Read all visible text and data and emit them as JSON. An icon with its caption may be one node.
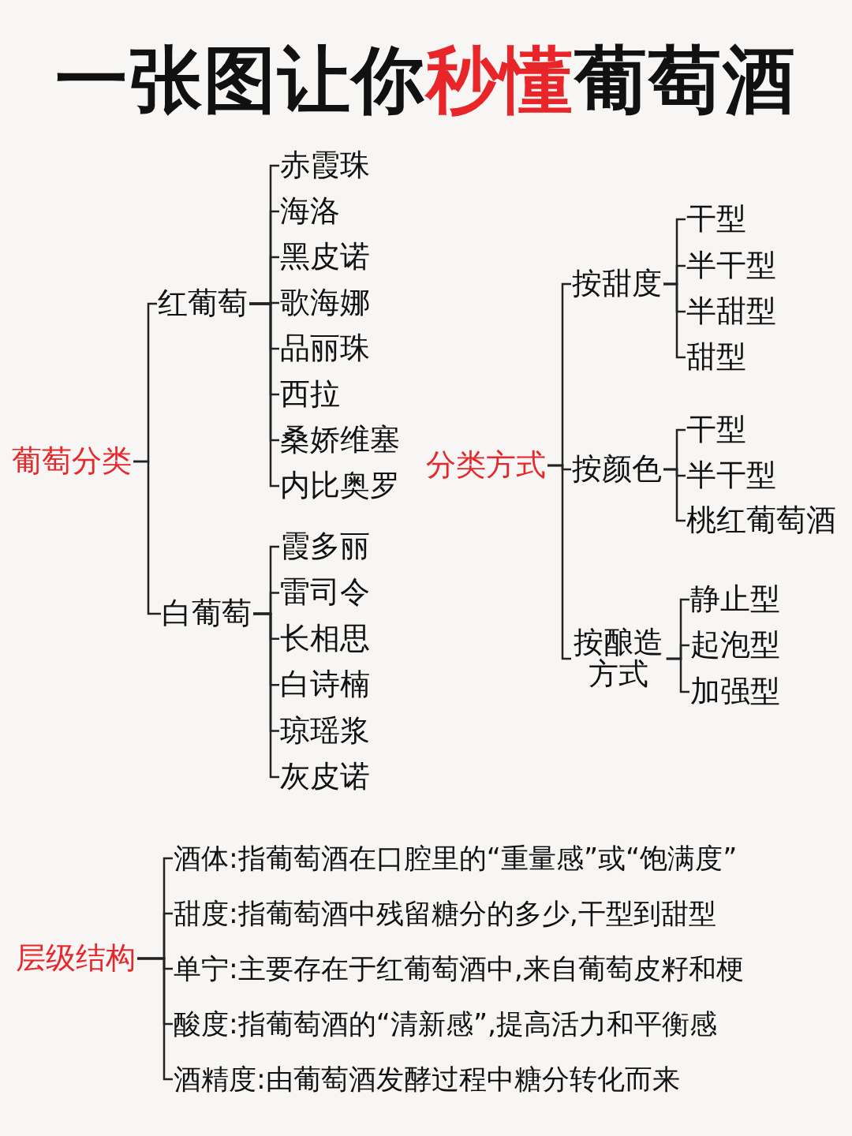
{
  "diagram": {
    "title": "一张图让你**秒懂**葡萄酒",
    "nodes": [
      {
        "text": [
          "葡萄分类"
        ]
      },
      {
        "text": [
          "红葡萄"
        ]
      },
      {
        "text": [
          "赤霞珠"
        ]
      },
      {
        "text": [
          "海洛"
        ]
      },
      {
        "text": [
          "黑皮诺"
        ]
      },
      {
        "text": [
          "歌海娜"
        ]
      },
      {
        "text": [
          "品丽珠"
        ]
      },
      {
        "text": [
          "西拉"
        ]
      },
      {
        "text": [
          "桑娇维塞"
        ]
      },
      {
        "text": [
          "内比奥罗"
        ]
      },
      {
        "text": [
          "白葡萄"
        ]
      },
      {
        "text": [
          "霞多丽"
        ]
      },
      {
        "text": [
          "雷司令"
        ]
      },
      {
        "text": [
          "长相思"
        ]
      },
      {
        "text": [
          "白诗楠"
        ]
      },
      {
        "text": [
          "琼瑶浆"
        ]
      },
      {
        "text": [
          "灰皮诺"
        ]
      },
      {
        "text": [
          "分类方式"
        ]
      },
      {
        "text": [
          "按甜度"
        ]
      },
      {
        "text": [
          "干型"
        ]
      },
      {
        "text": [
          "半干型"
        ]
      },
      {
        "text": [
          "半甜型"
        ]
      },
      {
        "text": [
          "甜型"
        ]
      },
      {
        "text": [
          "按颜色"
        ]
      },
      {
        "text": [
          "干型"
        ]
      },
      {
        "text": [
          "半干型"
        ]
      },
      {
        "text": [
          "桃红葡萄酒"
        ]
      },
      {
        "text": [
          "按酿造方式"
        ]
      },
      {
        "text": [
          "静止型"
        ]
      },
      {
        "text": [
          "起泡型"
        ]
      },
      {
        "text": [
          "加强型"
        ]
      },
      {
        "text": [
          "层级结构"
        ]
      },
      {
        "text": [
          "酒体:指葡萄酒在口腔里的“重量感”或“饱满度”"
        ]
      },
      {
        "text": [
          "甜度:指葡萄酒中残留糖分的多少,干型到甜型"
        ]
      },
      {
        "text": [
          "单宁:主要存在于红葡萄酒中,来自葡萄皮籽和梗"
        ]
      },
      {
        "text": [
          "酸度:指葡萄酒的“清新感”,提高活力和平衡感"
        ]
      },
      {
        "text": [
          "酒精度:由葡萄酒发酵过程中糖分转化而来"
        ]
      }
    ],
    "edges": [
      {
        "from": 0,
        "to": 1,
        "arrow": "none"
      },
      {
        "from": 0,
        "to": 10,
        "arrow": "none"
      },
      {
        "from": 1,
        "to": 2,
        "arrow": "none"
      },
      {
        "from": 1,
        "to": 3,
        "arrow": "none"
      },
      {
        "from": 1,
        "to": 4,
        "arrow": "none"
      },
      {
        "from": 1,
        "to": 5,
        "arrow": "none"
      },
      {
        "from": 1,
        "to": 6,
        "arrow": "none"
      },
      {
        "from": 1,
        "to": 7,
        "arrow": "none"
      },
      {
        "from": 1,
        "to": 8,
        "arrow": "none"
      },
      {
        "from": 1,
        "to": 9,
        "arrow": "none"
      },
      {
        "from": 10,
        "to": 11,
        "arrow": "none"
      },
      {
        "from": 10,
        "to": 12,
        "arrow": "none"
      },
      {
        "from": 10,
        "to": 13,
        "arrow": "none"
      },
      {
        "from": 10,
        "to": 14,
        "arrow": "none"
      },
      {
        "from": 10,
        "to": 15,
        "arrow": "none"
      },
      {
        "from": 10,
        "to": 16,
        "arrow": "none"
      },
      {
        "from": 17,
        "to": 18,
        "arrow": "none"
      },
      {
        "from": 17,
        "to": 23,
        "arrow": "none"
      },
      {
        "from": 17,
        "to": 27,
        "arrow": "none"
      },
      {
        "from": 18,
        "to": 19,
        "arrow": "none"
      },
      {
        "from": 18,
        "to": 20,
        "arrow": "none"
      },
      {
        "from": 18,
        "to": 21,
        "arrow": "none"
      },
      {
        "from": 18,
        "to": 22,
        "arrow": "none"
      },
      {
        "from": 23,
        "to": 24,
        "arrow": "none"
      },
      {
        "from": 23,
        "to": 25,
        "arrow": "none"
      },
      {
        "from": 23,
        "to": 26,
        "arrow": "none"
      },
      {
        "from": 27,
        "to": 28,
        "arrow": "none"
      },
      {
        "from": 27,
        "to": 29,
        "arrow": "none"
      },
      {
        "from": 27,
        "to": 30,
        "arrow": "none"
      },
      {
        "from": 31,
        "to": 32,
        "arrow": "none"
      },
      {
        "from": 31,
        "to": 33,
        "arrow": "none"
      },
      {
        "from": 31,
        "to": 34,
        "arrow": "none"
      },
      {
        "from": 31,
        "to": 35,
        "arrow": "none"
      },
      {
        "from": 31,
        "to": 36,
        "arrow": "none"
      }
    ]
  }
}
